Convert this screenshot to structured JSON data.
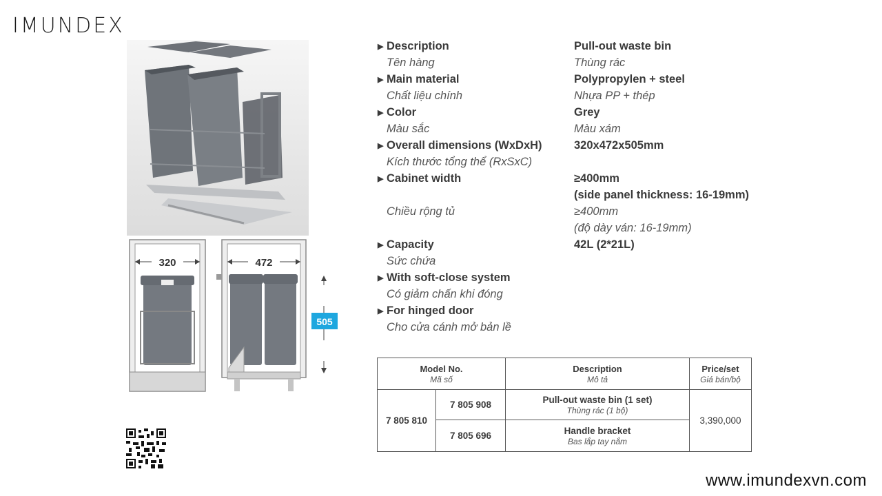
{
  "brand": {
    "logo": "IMUNDEX",
    "website": "www.imundexvn.com"
  },
  "drawing": {
    "width_label": "320",
    "depth_label": "472",
    "height_label": "505",
    "accent": "#1ea7df"
  },
  "specs": [
    {
      "label": "Description",
      "label_vi": "Tên hàng",
      "value": "Pull-out waste bin",
      "value_vi": "Thùng rác"
    },
    {
      "label": "Main material",
      "label_vi": "Chất liệu chính",
      "value": "Polypropylen + steel",
      "value_vi": "Nhựa PP + thép"
    },
    {
      "label": "Color",
      "label_vi": "Màu sắc",
      "value": "Grey",
      "value_vi": "Màu xám"
    },
    {
      "label": "Overall dimensions (WxDxH)",
      "label_vi": "Kích thước tổng thể (RxSxC)",
      "value": "320x472x505mm"
    },
    {
      "label": "Cabinet width",
      "value": "≥400mm",
      "value2": "(side panel thickness: 16-19mm)",
      "label_vi": "Chiều rộng tủ",
      "value_vi": "≥400mm",
      "value_vi2": "(độ dày ván: 16-19mm)"
    },
    {
      "label": "Capacity",
      "label_vi": "Sức chứa",
      "value": "42L (2*21L)"
    },
    {
      "label": "With soft-close system",
      "label_vi": "Có giảm chấn khi đóng"
    },
    {
      "label": "For hinged door",
      "label_vi": "Cho cửa cánh mở bản lề"
    }
  ],
  "table": {
    "headers": {
      "model": "Model No.",
      "model_vi": "Mã số",
      "desc": "Description",
      "desc_vi": "Mô tả",
      "price": "Price/set",
      "price_vi": "Giá bán/bộ"
    },
    "model": "7 805 810",
    "price": "3,390,000",
    "items": [
      {
        "code": "7 805 908",
        "desc": "Pull-out waste bin (1 set)",
        "desc_vi": "Thùng rác (1 bộ)"
      },
      {
        "code": "7 805 696",
        "desc": "Handle bracket",
        "desc_vi": "Bas lắp tay nắm"
      }
    ]
  }
}
